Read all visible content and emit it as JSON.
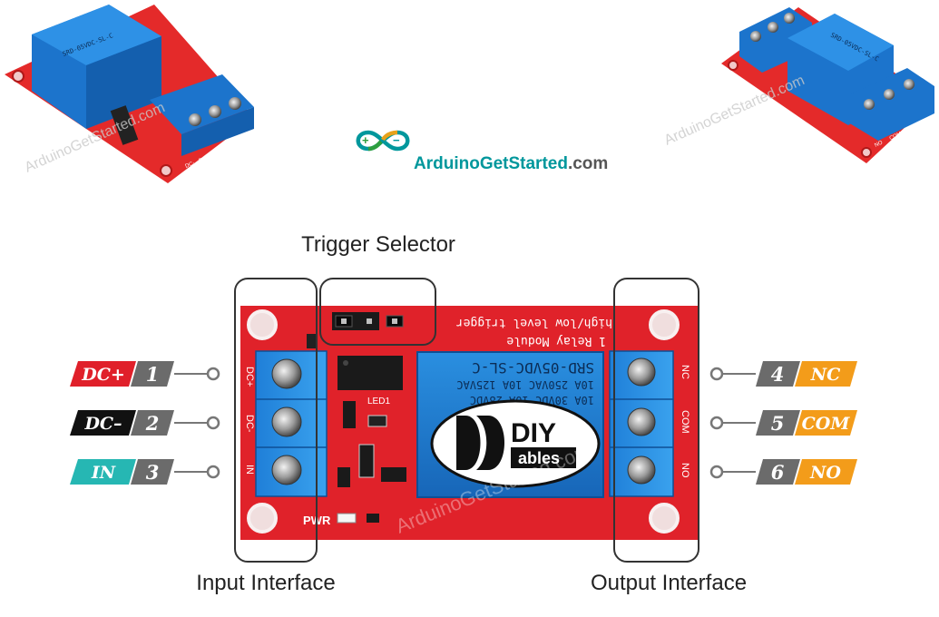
{
  "logo": {
    "brand": "ArduinoGetStarted",
    "suffix": ".com",
    "colors": {
      "teal": "#00979c",
      "orange": "#e8a21a",
      "green": "#2e9e3e",
      "dark": "#3c3c3c"
    }
  },
  "watermark": "ArduinoGetStarted.com",
  "labels": {
    "trigger_selector": "Trigger Selector",
    "input_interface": "Input Interface",
    "output_interface": "Output Interface"
  },
  "board": {
    "color": "#e0222a",
    "silk_top_1": "high/low level trigger",
    "silk_top_2": "1 Relay Module",
    "relay_model": "SRD-05VDC-SL-C",
    "relay_line1": "10A 250VAC 10A 125VAC",
    "relay_line2": "10A 30VDC 10A 28VDC",
    "pwr": "PWR",
    "led": "LED1",
    "left_pins": [
      "DC+",
      "DC-",
      "IN"
    ],
    "right_pins": [
      "NC",
      "COM",
      "NO"
    ],
    "diy_logo": {
      "top": "DIY",
      "bottom": "ables"
    }
  },
  "pins_left": [
    {
      "name": "DC+",
      "num": "1",
      "color": "#e0202a",
      "icon": "dot-connector-icon"
    },
    {
      "name": "DC–",
      "num": "2",
      "color": "#111111",
      "icon": "dot-connector-icon"
    },
    {
      "name": "IN",
      "num": "3",
      "color": "#26b7b3",
      "icon": "dot-connector-icon"
    }
  ],
  "pins_right": [
    {
      "name": "NC",
      "num": "4",
      "color": "#f39c1a",
      "icon": "dot-connector-icon"
    },
    {
      "name": "COM",
      "num": "5",
      "color": "#f39c1a",
      "icon": "dot-connector-icon"
    },
    {
      "name": "NO",
      "num": "6",
      "color": "#f39c1a",
      "icon": "dot-connector-icon"
    }
  ],
  "photo_left_pins": [
    "DC-",
    "DC+",
    "IN"
  ],
  "photo_right_pins": [
    "NO",
    "COM",
    "NC"
  ]
}
